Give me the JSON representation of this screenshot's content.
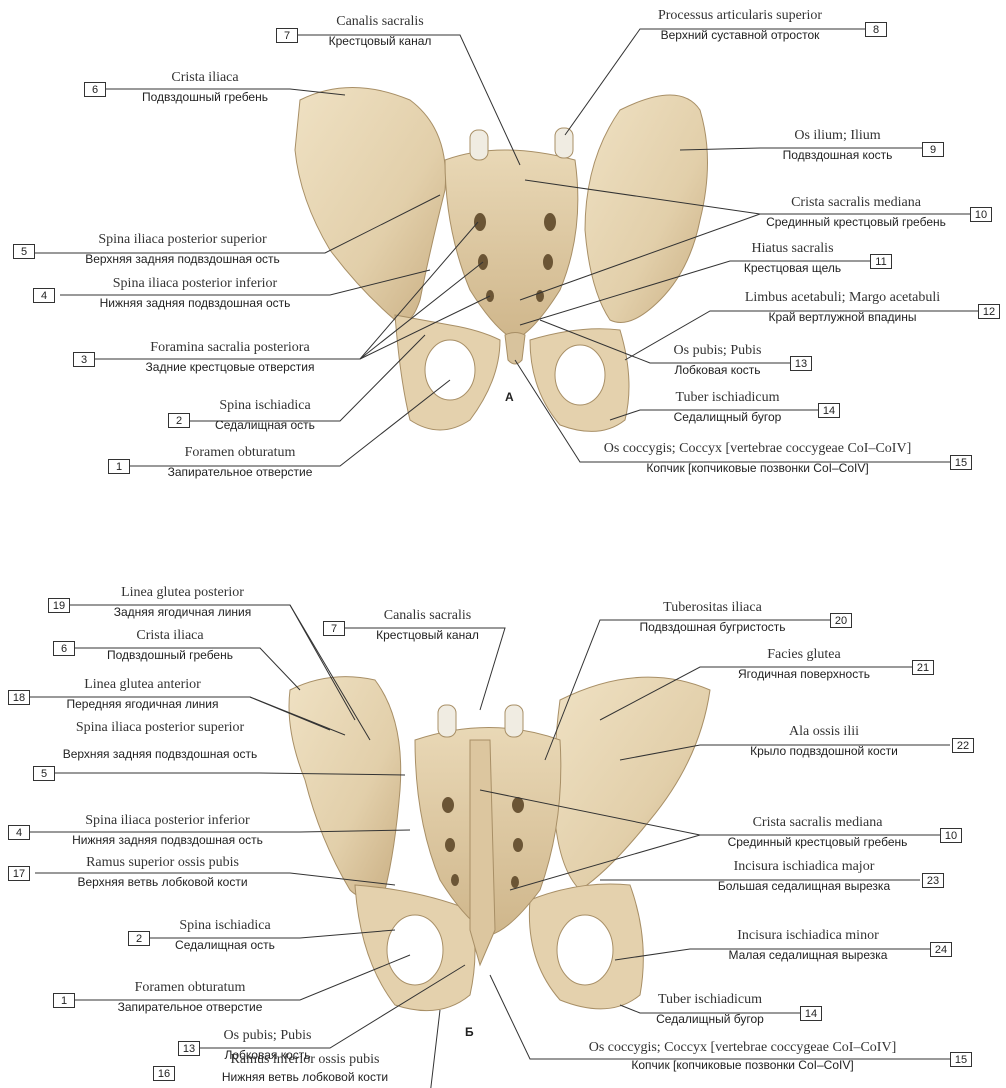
{
  "view_a": {
    "letter": "А",
    "labels": {
      "l1": {
        "num": "1",
        "lat": "Foramen obturatum",
        "rus": "Запирательное отверстие"
      },
      "l2": {
        "num": "2",
        "lat": "Spina ischiadica",
        "rus": "Седалищная ость"
      },
      "l3": {
        "num": "3",
        "lat": "Foramina sacralia posteriora",
        "rus": "Задние крестцовые отверстия"
      },
      "l4": {
        "num": "4",
        "lat": "Spina iliaca posterior inferior",
        "rus": "Нижняя задняя подвздошная ость"
      },
      "l5": {
        "num": "5",
        "lat": "Spina iliaca posterior superior",
        "rus": "Верхняя задняя подвздошная ость"
      },
      "l6": {
        "num": "6",
        "lat": "Crista iliaca",
        "rus": "Подвздошный гребень"
      },
      "l7": {
        "num": "7",
        "lat": "Canalis sacralis",
        "rus": "Крестцовый канал"
      },
      "l8": {
        "num": "8",
        "lat": "Processus articularis superior",
        "rus": "Верхний суставной отросток"
      },
      "l9": {
        "num": "9",
        "lat": "Os ilium; Ilium",
        "rus": "Подвздошная кость"
      },
      "l10": {
        "num": "10",
        "lat": "Crista sacralis mediana",
        "rus": "Срединный крестцовый гребень"
      },
      "l11": {
        "num": "11",
        "lat": "Hiatus sacralis",
        "rus": "Крестцовая щель"
      },
      "l12": {
        "num": "12",
        "lat": "Limbus acetabuli; Margo acetabuli",
        "rus": "Край вертлужной впадины"
      },
      "l13": {
        "num": "13",
        "lat": "Os pubis; Pubis",
        "rus": "Лобковая кость"
      },
      "l14": {
        "num": "14",
        "lat": "Tuber ischiadicum",
        "rus": "Седалищный бугор"
      },
      "l15": {
        "num": "15",
        "lat": "Os coccygis; Coccyx [vertebrae coccygeae CoI–CoIV]",
        "rus": "Копчик [копчиковые позвонки CoI–CoIV]"
      }
    }
  },
  "view_b": {
    "letter": "Б",
    "labels": {
      "l19": {
        "num": "19",
        "lat": "Linea glutea posterior",
        "rus": "Задняя ягодичная линия"
      },
      "l6": {
        "num": "6",
        "lat": "Crista iliaca",
        "rus": "Подвздошный гребень"
      },
      "l18": {
        "num": "18",
        "lat": "Linea glutea anterior",
        "rus": "Передняя ягодичная линия"
      },
      "l5": {
        "num": "5",
        "lat": "Spina iliaca posterior superior",
        "rus": "Верхняя задняя подвздошная ость"
      },
      "l4": {
        "num": "4",
        "lat": "Spina iliaca posterior inferior",
        "rus": "Нижняя задняя подвздошная ость"
      },
      "l17": {
        "num": "17",
        "lat": "Ramus superior ossis pubis",
        "rus": "Верхняя ветвь лобковой кости"
      },
      "l2": {
        "num": "2",
        "lat": "Spina ischiadica",
        "rus": "Седалищная ость"
      },
      "l1": {
        "num": "1",
        "lat": "Foramen obturatum",
        "rus": "Запирательное отверстие"
      },
      "l13": {
        "num": "13",
        "lat": "Os pubis; Pubis",
        "rus": "Лобковая кость"
      },
      "l16": {
        "num": "16",
        "lat": "Ramus inferior ossis pubis",
        "rus": "Нижняя ветвь лобковой кости"
      },
      "l7": {
        "num": "7",
        "lat": "Canalis sacralis",
        "rus": "Крестцовый канал"
      },
      "l20": {
        "num": "20",
        "lat": "Tuberositas iliaca",
        "rus": "Подвздошная бугристость"
      },
      "l21": {
        "num": "21",
        "lat": "Facies glutea",
        "rus": "Ягодичная поверхность"
      },
      "l22": {
        "num": "22",
        "lat": "Ala ossis ilii",
        "rus": "Крыло подвздошной кости"
      },
      "l10": {
        "num": "10",
        "lat": "Crista sacralis mediana",
        "rus": "Срединный крестцовый гребень"
      },
      "l23": {
        "num": "23",
        "lat": "Incisura ischiadica major",
        "rus": "Большая седалищная вырезка"
      },
      "l24": {
        "num": "24",
        "lat": "Incisura ischiadica minor",
        "rus": "Малая седалищная вырезка"
      },
      "l14": {
        "num": "14",
        "lat": "Tuber ischiadicum",
        "rus": "Седалищный бугор"
      },
      "l15": {
        "num": "15",
        "lat": "Os coccygis; Coccyx [vertebrae coccygeae CoI–CoIV]",
        "rus": "Копчик [копчиковые позвонки CoI–CoIV]"
      }
    }
  },
  "colors": {
    "bone": "#e6d5b4",
    "bone_shade": "#cdb48a",
    "bone_dark": "#a88f66",
    "leader": "#333333",
    "hole": "#6b5535"
  }
}
